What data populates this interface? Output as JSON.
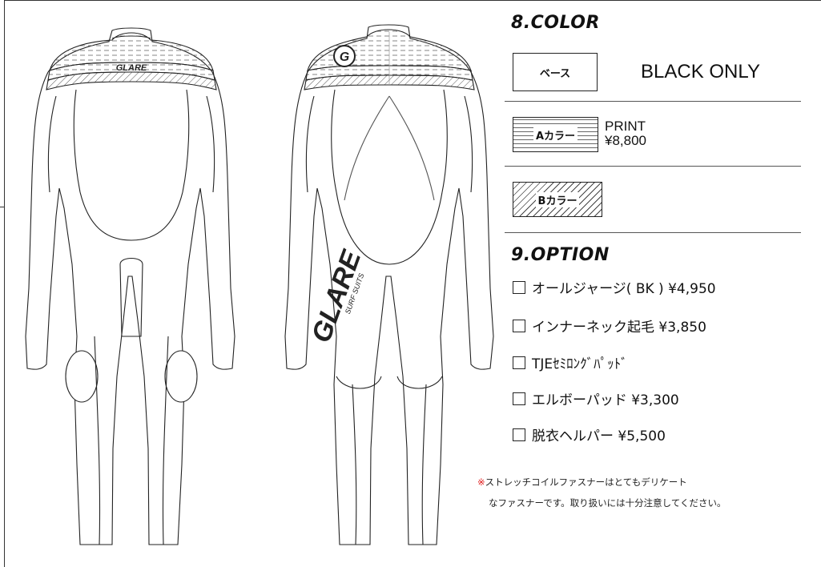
{
  "color_section": {
    "heading": "8.COLOR",
    "base_label": "ベース",
    "base_value": "BLACK ONLY",
    "a_label": "Aカラー",
    "a_value_line1": "PRINT",
    "a_value_line2": "¥8,800",
    "b_label": "Bカラー"
  },
  "option_section": {
    "heading": "9.OPTION",
    "options": [
      {
        "label": "オールジャージ( BK ) ¥4,950",
        "checked": false
      },
      {
        "label": "インナーネック起毛 ¥3,850",
        "checked": false
      },
      {
        "label": "TJEｾﾐﾛﾝｸﾞﾊﾟｯﾄﾞ",
        "checked": false
      },
      {
        "label": "エルボーパッド ¥3,300",
        "checked": false
      },
      {
        "label": "脱衣ヘルパー ¥5,500",
        "checked": false
      }
    ]
  },
  "note": {
    "mark": "※",
    "line1": "ストレッチコイルファスナーはとてもデリケート",
    "line2": "なファスナーです。取り扱いには十分注意してください。"
  },
  "suit_front": {
    "logo_text": "GLARE"
  },
  "suit_back": {
    "logo_text": "GLARE",
    "logo_subtext": "SURF SUITS",
    "emblem_letter": "G"
  },
  "colors": {
    "line": "#222222",
    "accent_red": "#e01a1a",
    "background": "#ffffff"
  },
  "icons": [
    "checkbox-icon",
    "dashed-pattern-swatch",
    "hatched-pattern-swatch"
  ]
}
